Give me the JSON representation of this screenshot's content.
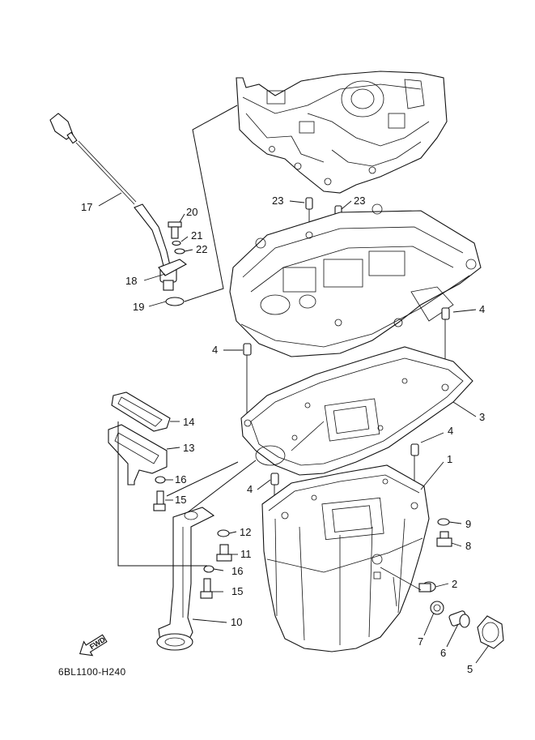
{
  "diagram": {
    "drawing_code": "6BL1100-H240",
    "fwd_label": "FWD",
    "callouts": {
      "c1": "1",
      "c2": "2",
      "c3": "3",
      "c4a": "4",
      "c4b": "4",
      "c4c": "4",
      "c4d": "4",
      "c5": "5",
      "c6": "6",
      "c7": "7",
      "c8": "8",
      "c9": "9",
      "c10": "10",
      "c11": "11",
      "c12": "12",
      "c13": "13",
      "c14": "14",
      "c15a": "15",
      "c15b": "15",
      "c16a": "16",
      "c16b": "16",
      "c17": "17",
      "c18": "18",
      "c19": "19",
      "c20": "20",
      "c21": "21",
      "c22": "22",
      "c23a": "23",
      "c23b": "23"
    }
  }
}
